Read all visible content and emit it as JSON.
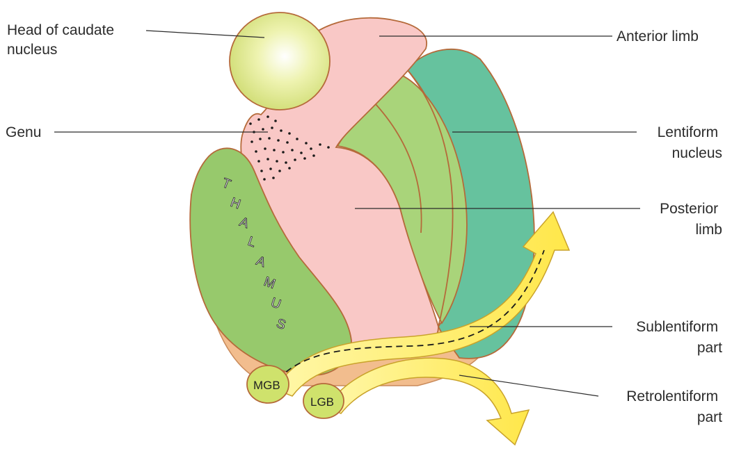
{
  "labels": {
    "head_caudate": [
      "Head of caudate",
      "nucleus"
    ],
    "anterior_limb": [
      "Anterior limb"
    ],
    "genu": [
      "Genu"
    ],
    "lentiform": [
      "Lentiform",
      "nucleus"
    ],
    "posterior_limb": [
      "Posterior",
      "limb"
    ],
    "sublentiform": [
      "Sublentiform",
      "part"
    ],
    "retrolentiform": [
      "Retrolentiform",
      "part"
    ]
  },
  "structures": {
    "thalamus_letters": [
      "T",
      "H",
      "A",
      "L",
      "A",
      "M",
      "U",
      "S"
    ],
    "mgb": "MGB",
    "lgb": "LGB"
  },
  "colors": {
    "caudate": "#dde88a",
    "internal_capsule": "#f9c8c6",
    "lentiform_inner": "#a9d47a",
    "lentiform_outer": "#66c29e",
    "thalamus": "#97c96c",
    "base": "#f2bd8e",
    "geniculate": "#cfe26c",
    "arrow": "#fff07a",
    "outline": "#b56a3a"
  }
}
